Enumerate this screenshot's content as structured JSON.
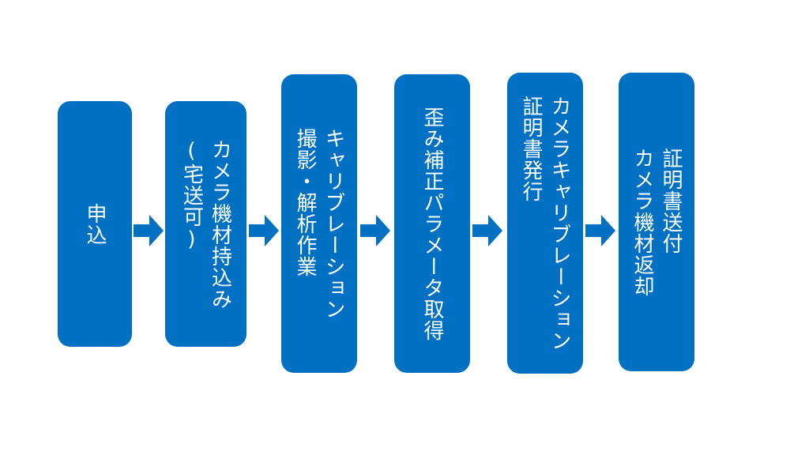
{
  "colors": {
    "box": "#0071c2",
    "arrow": "#0071c2",
    "text": "#ffffff",
    "background": "#ffffff"
  },
  "steps": [
    {
      "lines": [
        "申込"
      ]
    },
    {
      "lines": [
        "カメラ機材持込み",
        "(宅送可)"
      ]
    },
    {
      "lines": [
        "キャリブレーション",
        "撮影・解析作業"
      ]
    },
    {
      "lines": [
        "歪み補正パラメータ取得"
      ]
    },
    {
      "lines": [
        "カメラキャリブレーション",
        "証明書発行"
      ]
    },
    {
      "lines": [
        "証明書送付",
        "カメラ機材返却"
      ]
    }
  ]
}
